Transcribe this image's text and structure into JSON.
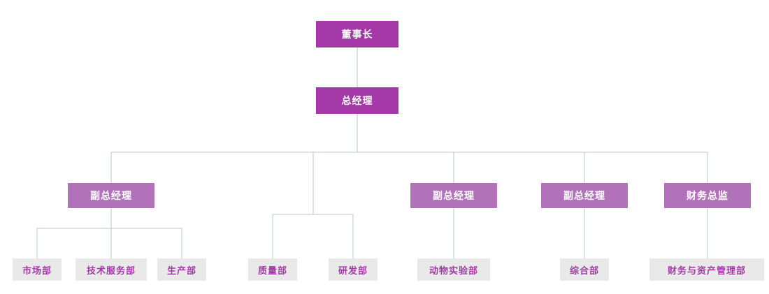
{
  "org_chart": {
    "colors": {
      "level1_bg": "#a338a6",
      "level3_bg": "#b272ba",
      "leaf_bg": "#e9e9e9",
      "leaf_text": "#a23ba5",
      "line": "#b9c7ce"
    },
    "nodes": {
      "chairman": "董事长",
      "general_manager": "总经理",
      "deputy_gm_1": "副总经理",
      "deputy_gm_2": "副总经理",
      "deputy_gm_3": "副总经理",
      "finance_director": "财务总监",
      "marketing_dept": "市场部",
      "tech_service_dept": "技术服务部",
      "production_dept": "生产部",
      "quality_dept": "质量部",
      "rd_dept": "研发部",
      "animal_lab_dept": "动物实验部",
      "general_affairs_dept": "综合部",
      "finance_asset_dept": "财务与资产管理部"
    }
  }
}
